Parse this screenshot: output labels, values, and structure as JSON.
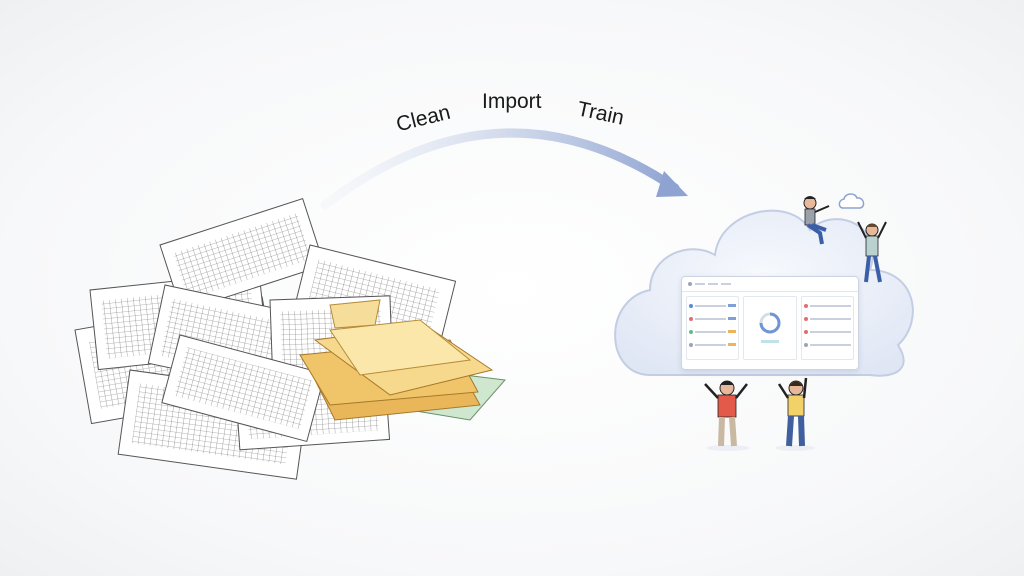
{
  "flow": {
    "steps": [
      {
        "label": "Clean"
      },
      {
        "label": "Import"
      },
      {
        "label": "Train"
      }
    ]
  },
  "source": {
    "icon": "paper-stack-with-folders-icon"
  },
  "destination": {
    "icon": "cloud-icon",
    "dashboard": {
      "icon": "dashboard-icon"
    },
    "people": [
      "person-sitting-icon",
      "person-cheering-icon",
      "person-cheering-icon",
      "person-cheering-icon"
    ]
  },
  "colors": {
    "arrow": "#9fb1d8",
    "cloud_fill": "#e9eef8",
    "cloud_stroke": "#c3cde3",
    "folder": "#f3d27e",
    "paper_line": "#555555"
  }
}
